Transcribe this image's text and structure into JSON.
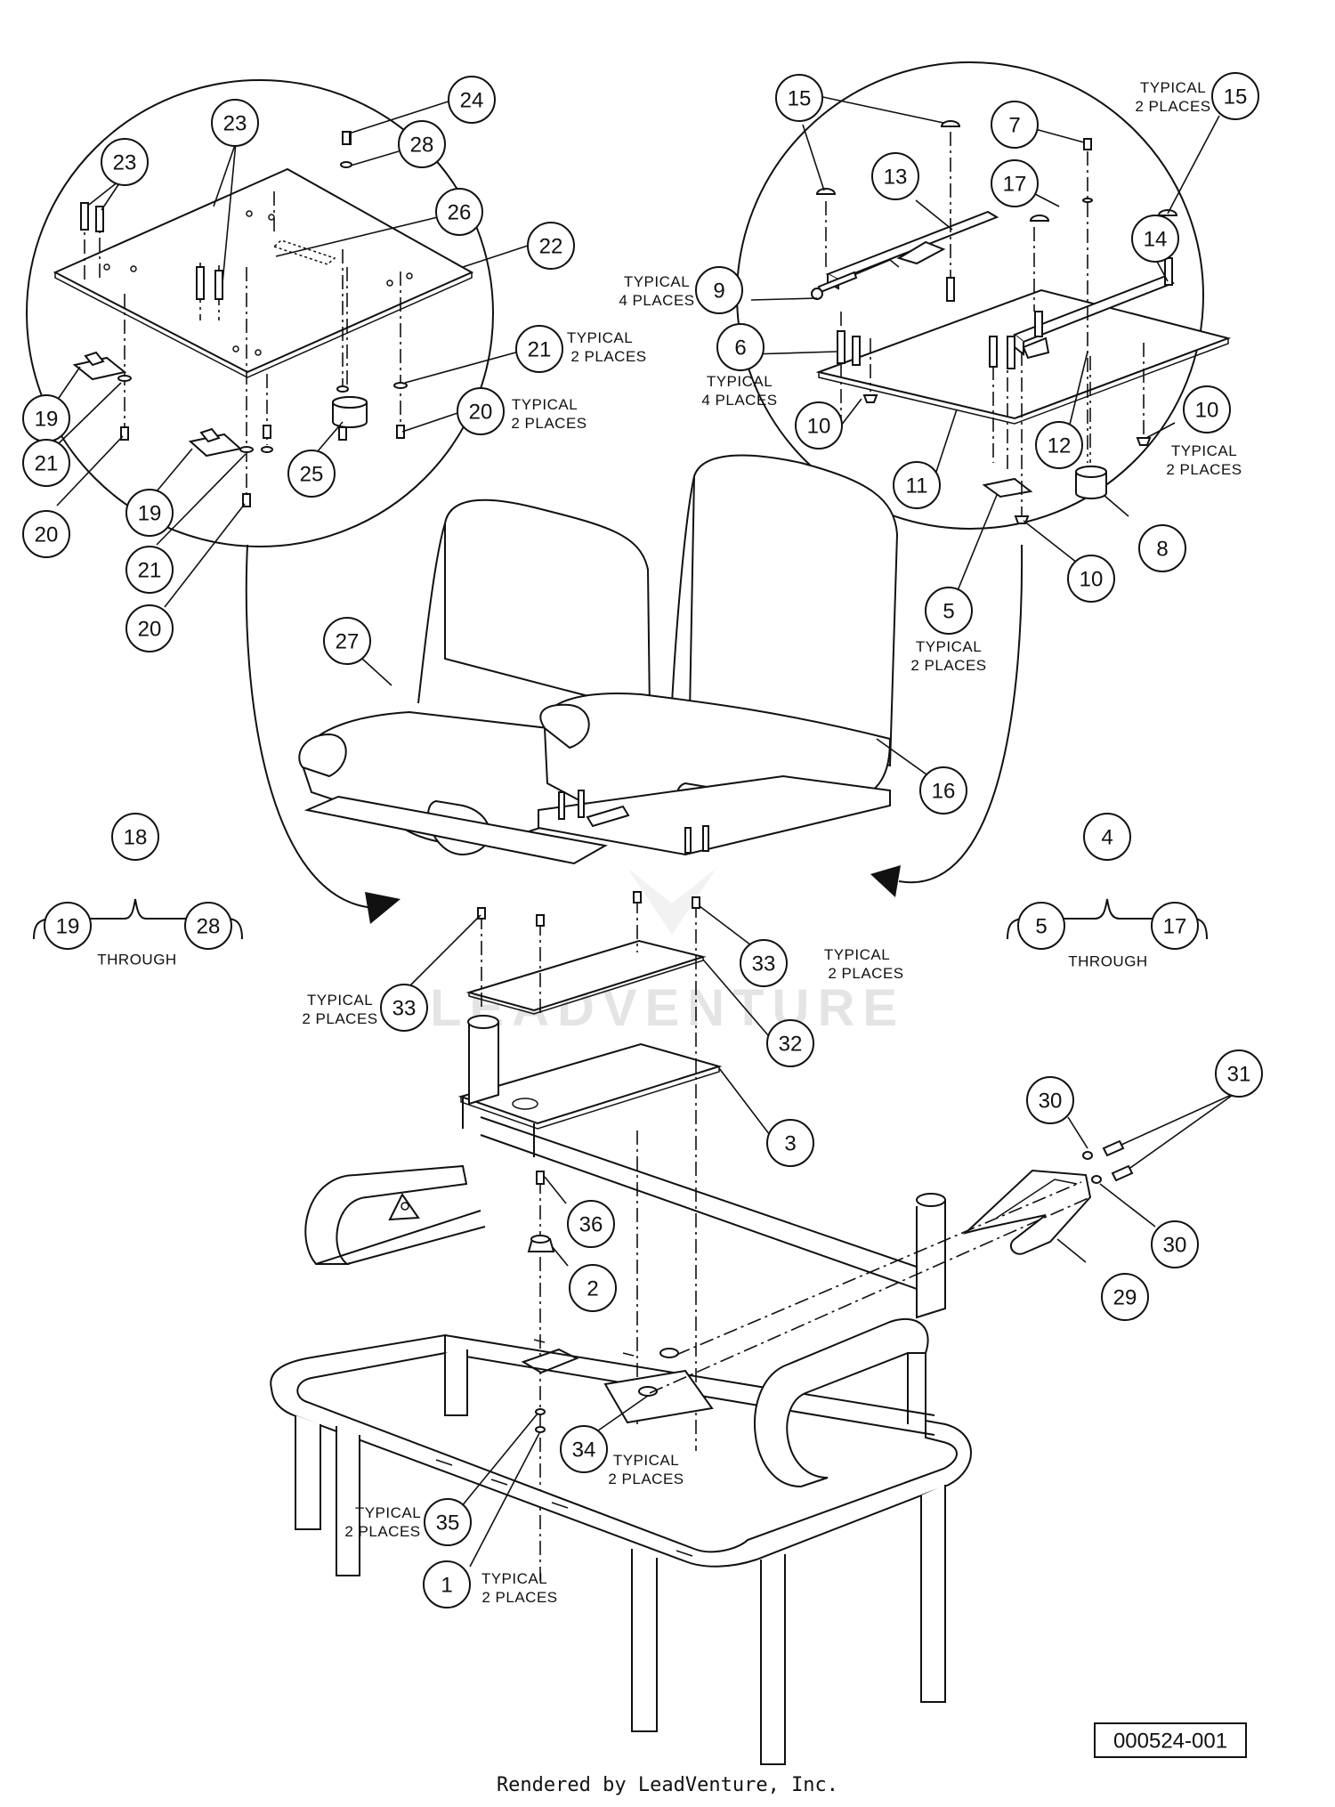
{
  "diagram": {
    "reference_code": "000524-001",
    "footer": "Rendered by LeadVenture, Inc.",
    "watermark": "LEADVENTURE",
    "callouts": [
      {
        "label": "24"
      },
      {
        "label": "23"
      },
      {
        "label": "28"
      },
      {
        "label": "23"
      },
      {
        "label": "26"
      },
      {
        "label": "22"
      },
      {
        "label": "21"
      },
      {
        "label": "20"
      },
      {
        "label": "19"
      },
      {
        "label": "21"
      },
      {
        "label": "20"
      },
      {
        "label": "19"
      },
      {
        "label": "25"
      },
      {
        "label": "21"
      },
      {
        "label": "20"
      },
      {
        "label": "15"
      },
      {
        "label": "7"
      },
      {
        "label": "15"
      },
      {
        "label": "13"
      },
      {
        "label": "17"
      },
      {
        "label": "14"
      },
      {
        "label": "9"
      },
      {
        "label": "6"
      },
      {
        "label": "10"
      },
      {
        "label": "11"
      },
      {
        "label": "12"
      },
      {
        "label": "10"
      },
      {
        "label": "8"
      },
      {
        "label": "10"
      },
      {
        "label": "5"
      },
      {
        "label": "27"
      },
      {
        "label": "16"
      },
      {
        "label": "18"
      },
      {
        "label": "19"
      },
      {
        "label": "28"
      },
      {
        "label": "4"
      },
      {
        "label": "5"
      },
      {
        "label": "17"
      },
      {
        "label": "33"
      },
      {
        "label": "33"
      },
      {
        "label": "32"
      },
      {
        "label": "3"
      },
      {
        "label": "30"
      },
      {
        "label": "31"
      },
      {
        "label": "30"
      },
      {
        "label": "36"
      },
      {
        "label": "2"
      },
      {
        "label": "29"
      },
      {
        "label": "34"
      },
      {
        "label": "35"
      },
      {
        "label": "1"
      }
    ],
    "notes": {
      "typical_2_places_top": {
        "line1": "TYPICAL",
        "line2": "2 PLACES"
      },
      "typical_2_places_21": {
        "line1": "TYPICAL",
        "line2": "2 PLACES"
      },
      "typical_2_places_20": {
        "line1": "TYPICAL",
        "line2": "2 PLACES"
      },
      "typical_4_places_9": {
        "line1": "TYPICAL",
        "line2": "4 PLACES"
      },
      "typical_4_places_6": {
        "line1": "TYPICAL",
        "line2": "4 PLACES"
      },
      "typical_2_places_10": {
        "line1": "TYPICAL",
        "line2": "2 PLACES"
      },
      "typical_2_places_5": {
        "line1": "TYPICAL",
        "line2": "2 PLACES"
      },
      "typical_2_places_33r": {
        "line1": "TYPICAL",
        "line2": "2 PLACES"
      },
      "typical_2_places_33l": {
        "line1": "TYPICAL",
        "line2": "2 PLACES"
      },
      "typical_2_places_34": {
        "line1": "TYPICAL",
        "line2": "2 PLACES"
      },
      "typical_2_places_35": {
        "line1": "TYPICAL",
        "line2": "2 PLACES"
      },
      "typical_2_places_1": {
        "line1": "TYPICAL",
        "line2": "2 PLACES"
      }
    },
    "kits": {
      "left_through": "THROUGH",
      "right_through": "THROUGH"
    }
  }
}
